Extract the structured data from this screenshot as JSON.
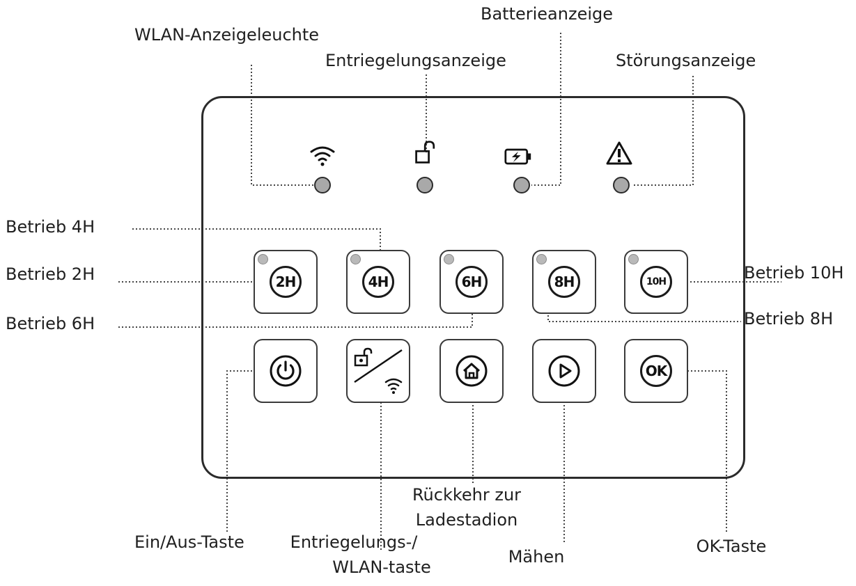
{
  "indicators": {
    "wifi": "WLAN-Anzeigeleuchte",
    "unlock": "Entriegelungsanzeige",
    "battery": "Batterieanzeige",
    "fault": "Störungsanzeige"
  },
  "timers": {
    "h2": {
      "label": "Betrieb 2H",
      "key": "2H"
    },
    "h4": {
      "label": "Betrieb 4H",
      "key": "4H"
    },
    "h6": {
      "label": "Betrieb 6H",
      "key": "6H"
    },
    "h8": {
      "label": "Betrieb 8H",
      "key": "8H"
    },
    "h10": {
      "label": "Betrieb 10H",
      "key": "10H"
    }
  },
  "controls": {
    "power": "Ein/Aus-Taste",
    "unlock_wifi_line1": "Entriegelungs-/",
    "unlock_wifi_line2": "WLAN-taste",
    "home_line1": "Rückkehr zur",
    "home_line2": "Ladestadion",
    "mow": "Mähen",
    "ok_label": "OK-Taste",
    "ok_key": "OK"
  },
  "icons": {
    "wifi": "wifi-icon",
    "unlock": "unlock-icon",
    "battery": "battery-charging-icon",
    "fault": "warning-icon",
    "power": "power-icon",
    "unlock_wifi": "lock-wifi-icon",
    "home": "home-icon",
    "mow": "play-icon"
  },
  "colors": {
    "led": "#a9a9a9",
    "outline": "#2b2b2b"
  }
}
